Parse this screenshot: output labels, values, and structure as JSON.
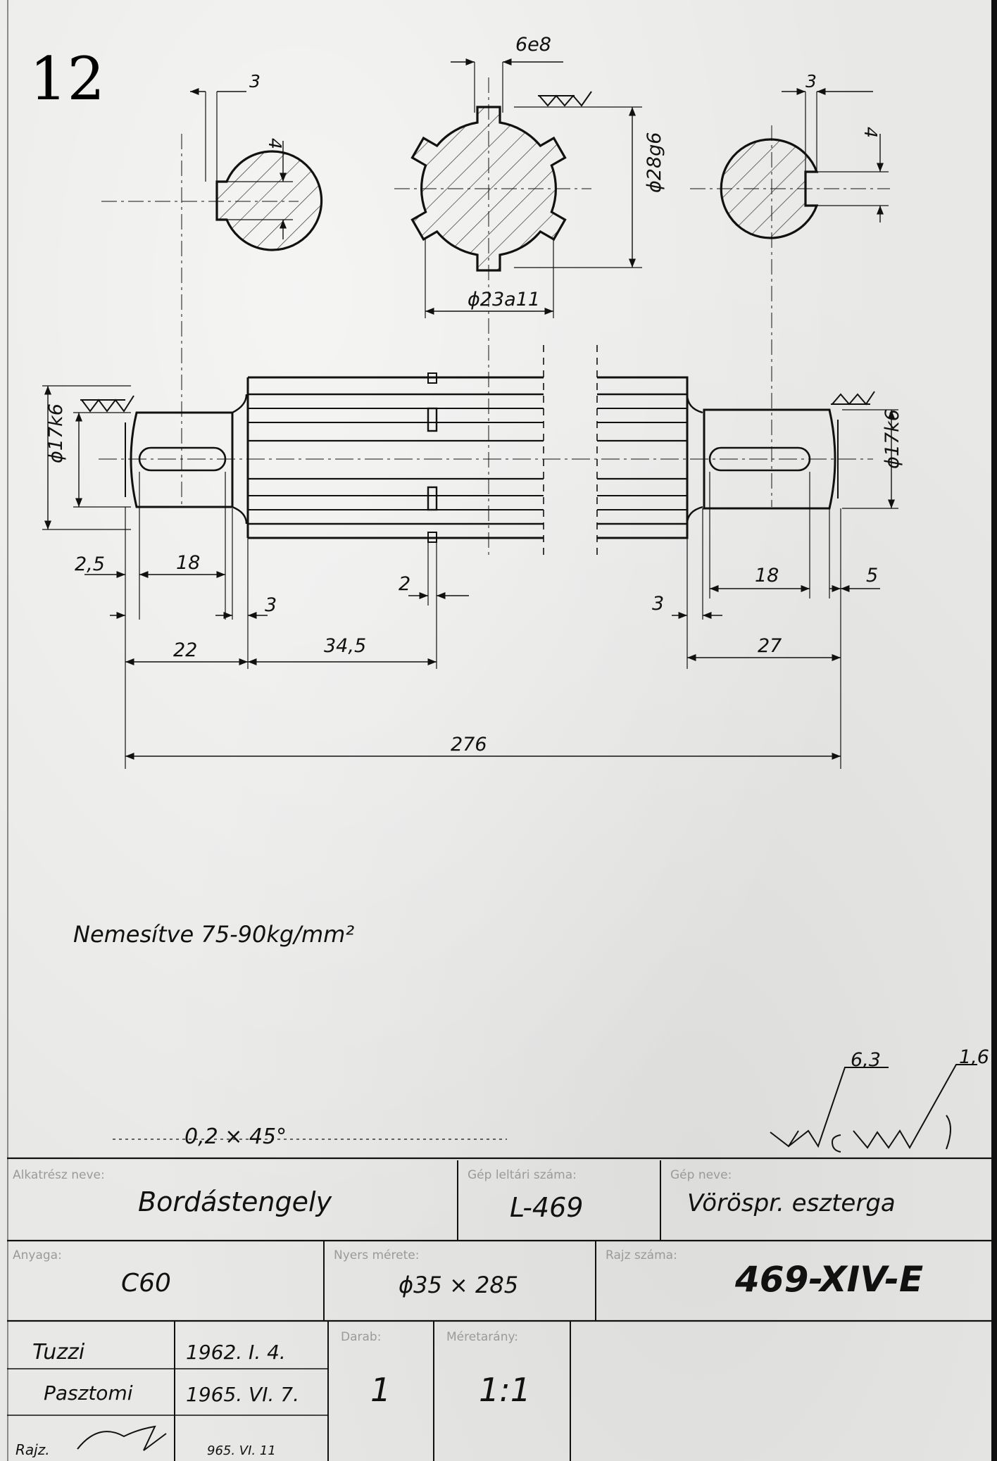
{
  "sheet": {
    "page_number": "12"
  },
  "dimensions": {
    "key_width_left": "3",
    "key_depth_left": "4",
    "spline_width": "6e8",
    "spline_outer_dia": "ϕ28g6",
    "spline_inner_dia": "ϕ23a11",
    "key_width_right": "3",
    "key_depth_right": "4",
    "journal_dia_left": "ϕ17k6",
    "journal_dia_right": "ϕ17k6",
    "offset_2_5": "2,5",
    "keyway_len_left": "18",
    "undercut_left": "3",
    "groove_2": "2",
    "undercut_right": "3",
    "keyway_len_right": "18",
    "offset_5": "5",
    "journal_len_left": "22",
    "groove_pos": "34,5",
    "journal_len_right": "27",
    "overall_length": "276"
  },
  "notes": {
    "heat_treatment": "Nemesítve   75-90kg/mm²",
    "chamfer": "0,2 × 45°",
    "roughness_a": "6,3",
    "roughness_b": "1,6"
  },
  "title_block": {
    "part_name_label": "Alkatrész neve:",
    "part_name": "Bordástengely",
    "machine_id_label": "Gép leltári száma:",
    "machine_id": "L-469",
    "machine_name_label": "Gép neve:",
    "machine_name": "Vöröspr. eszterga",
    "material_label": "Anyaga:",
    "material": "C60",
    "blank_label": "Nyers mérete:",
    "blank_size": "ϕ35 × 285",
    "drawing_no_label": "Rajz száma:",
    "drawing_no": "469-XIV-E",
    "quantity_label": "Darab:",
    "quantity": "1",
    "scale_label": "Méretarány:",
    "scale": "1:1",
    "date_1": "1962. I. 4.",
    "date_2": "1965. VI. 7.",
    "date_3": "965. VI. 11",
    "signature_1": "Tuzzi",
    "signature_2": "Pasztomi",
    "signature_3_label": "Rajz."
  },
  "colors": {
    "ink": "#111111",
    "paper": "#e8e8e6",
    "faded": "#9a9a9a"
  }
}
